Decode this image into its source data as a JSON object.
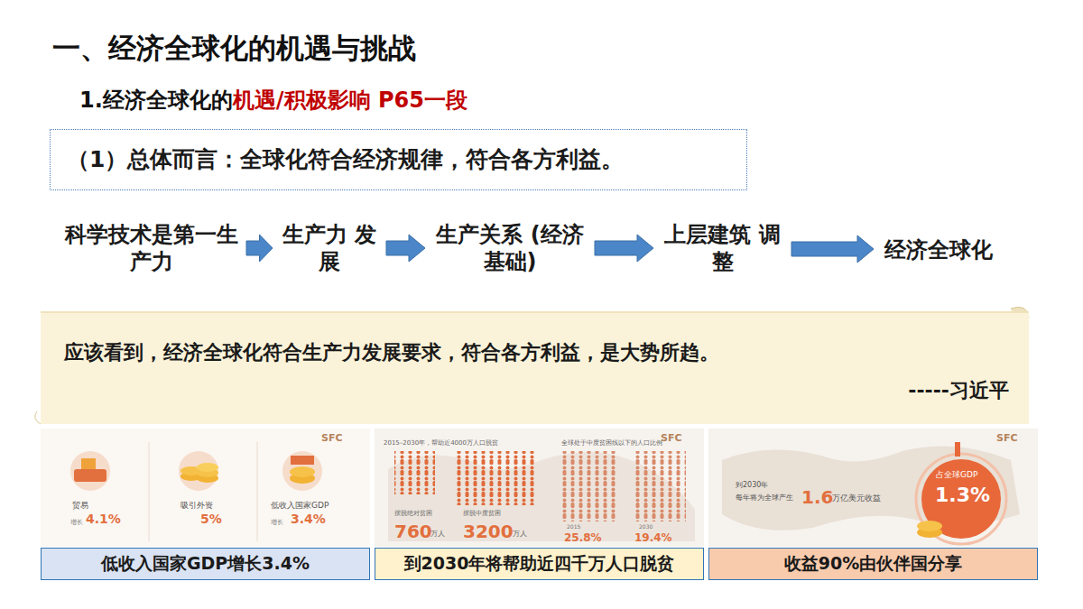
{
  "diagram": {
    "title": "一、经济全球化的机遇与挑战",
    "nodes": [
      {
        "text": [
          "（1）总体而言：全球化符合经济规律，符合各方利益。"
        ]
      },
      {
        "text": [
          "科学技术是第一生产力"
        ]
      },
      {
        "text": [
          "生产力 发展"
        ]
      },
      {
        "text": [
          "生产关系 (经济基础)"
        ]
      },
      {
        "text": [
          "上层建筑 调整"
        ]
      },
      {
        "text": [
          "经济全球化"
        ]
      },
      {
        "text": [
          "应该看到，经济全球化符合生产力发展要求，符合各方利益，是大势所趋。",
          "-----习近平"
        ]
      },
      {
        "text": [
          "低收入国家GDP增长3.4%"
        ]
      },
      {
        "text": [
          "到2030年将帮助近四千万人口脱贫"
        ]
      },
      {
        "text": [
          "收益90%由伙伴国分享"
        ]
      }
    ],
    "edges": [
      {
        "from": 1,
        "to": 2,
        "arrow": "to"
      },
      {
        "from": 2,
        "to": 3,
        "arrow": "to"
      },
      {
        "from": 3,
        "to": 4,
        "arrow": "to"
      },
      {
        "from": 4,
        "to": 5,
        "arrow": "to"
      }
    ],
    "labels": [
      "1.经济全球化的",
      "机遇/积极影响 P65一段",
      "SFC",
      "贸易",
      "增长",
      "4.1%",
      "吸引外资",
      "5%",
      "低收入国家GDP",
      "增长",
      "3.4%",
      "SFC",
      "2015–2030年，帮助近4000万人口脱贫",
      "全球处于中度贫困线以下的人口比例",
      "摆脱绝对贫困",
      "760",
      "万人",
      "摆脱中度贫困",
      "3200",
      "万人",
      "2015",
      "2030",
      "25.8%",
      "19.4%",
      "SFC",
      "到2030年",
      "每年将为全球产生",
      "1.6",
      "万亿美元收益",
      "占全球GDP",
      "1.3%"
    ]
  }
}
